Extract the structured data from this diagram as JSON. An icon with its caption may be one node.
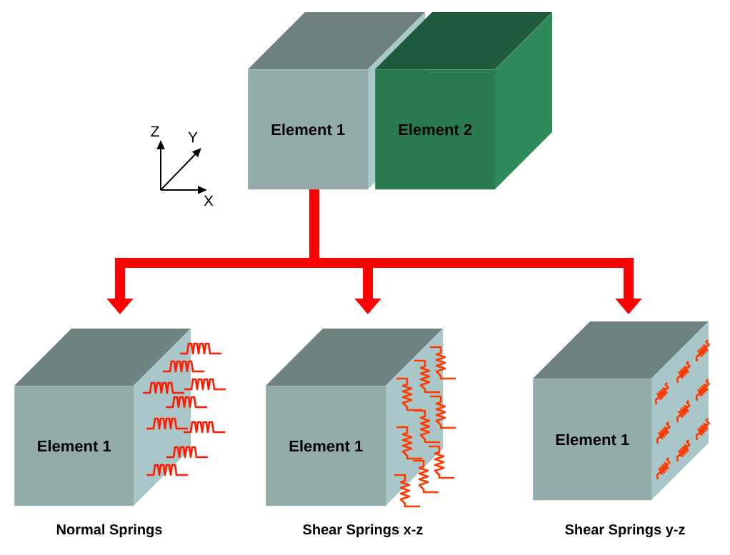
{
  "diagram": {
    "nodes": [
      {
        "text": [
          "Element 1"
        ]
      },
      {
        "text": [
          "Element 2"
        ]
      },
      {
        "text": [
          "Element 1"
        ],
        "beside": [
          "Normal Springs"
        ]
      },
      {
        "text": [
          "Element 1"
        ],
        "beside": [
          "Shear Springs x-z"
        ]
      },
      {
        "text": [
          "Element 1"
        ],
        "beside": [
          "Shear Springs y-z"
        ]
      }
    ],
    "edges": [
      {
        "from": 0,
        "to": 2,
        "arrow": "to"
      },
      {
        "from": 0,
        "to": 3,
        "arrow": "to"
      },
      {
        "from": 0,
        "to": 4,
        "arrow": "to"
      }
    ],
    "labels": [
      "Z",
      "Y",
      "X"
    ]
  }
}
